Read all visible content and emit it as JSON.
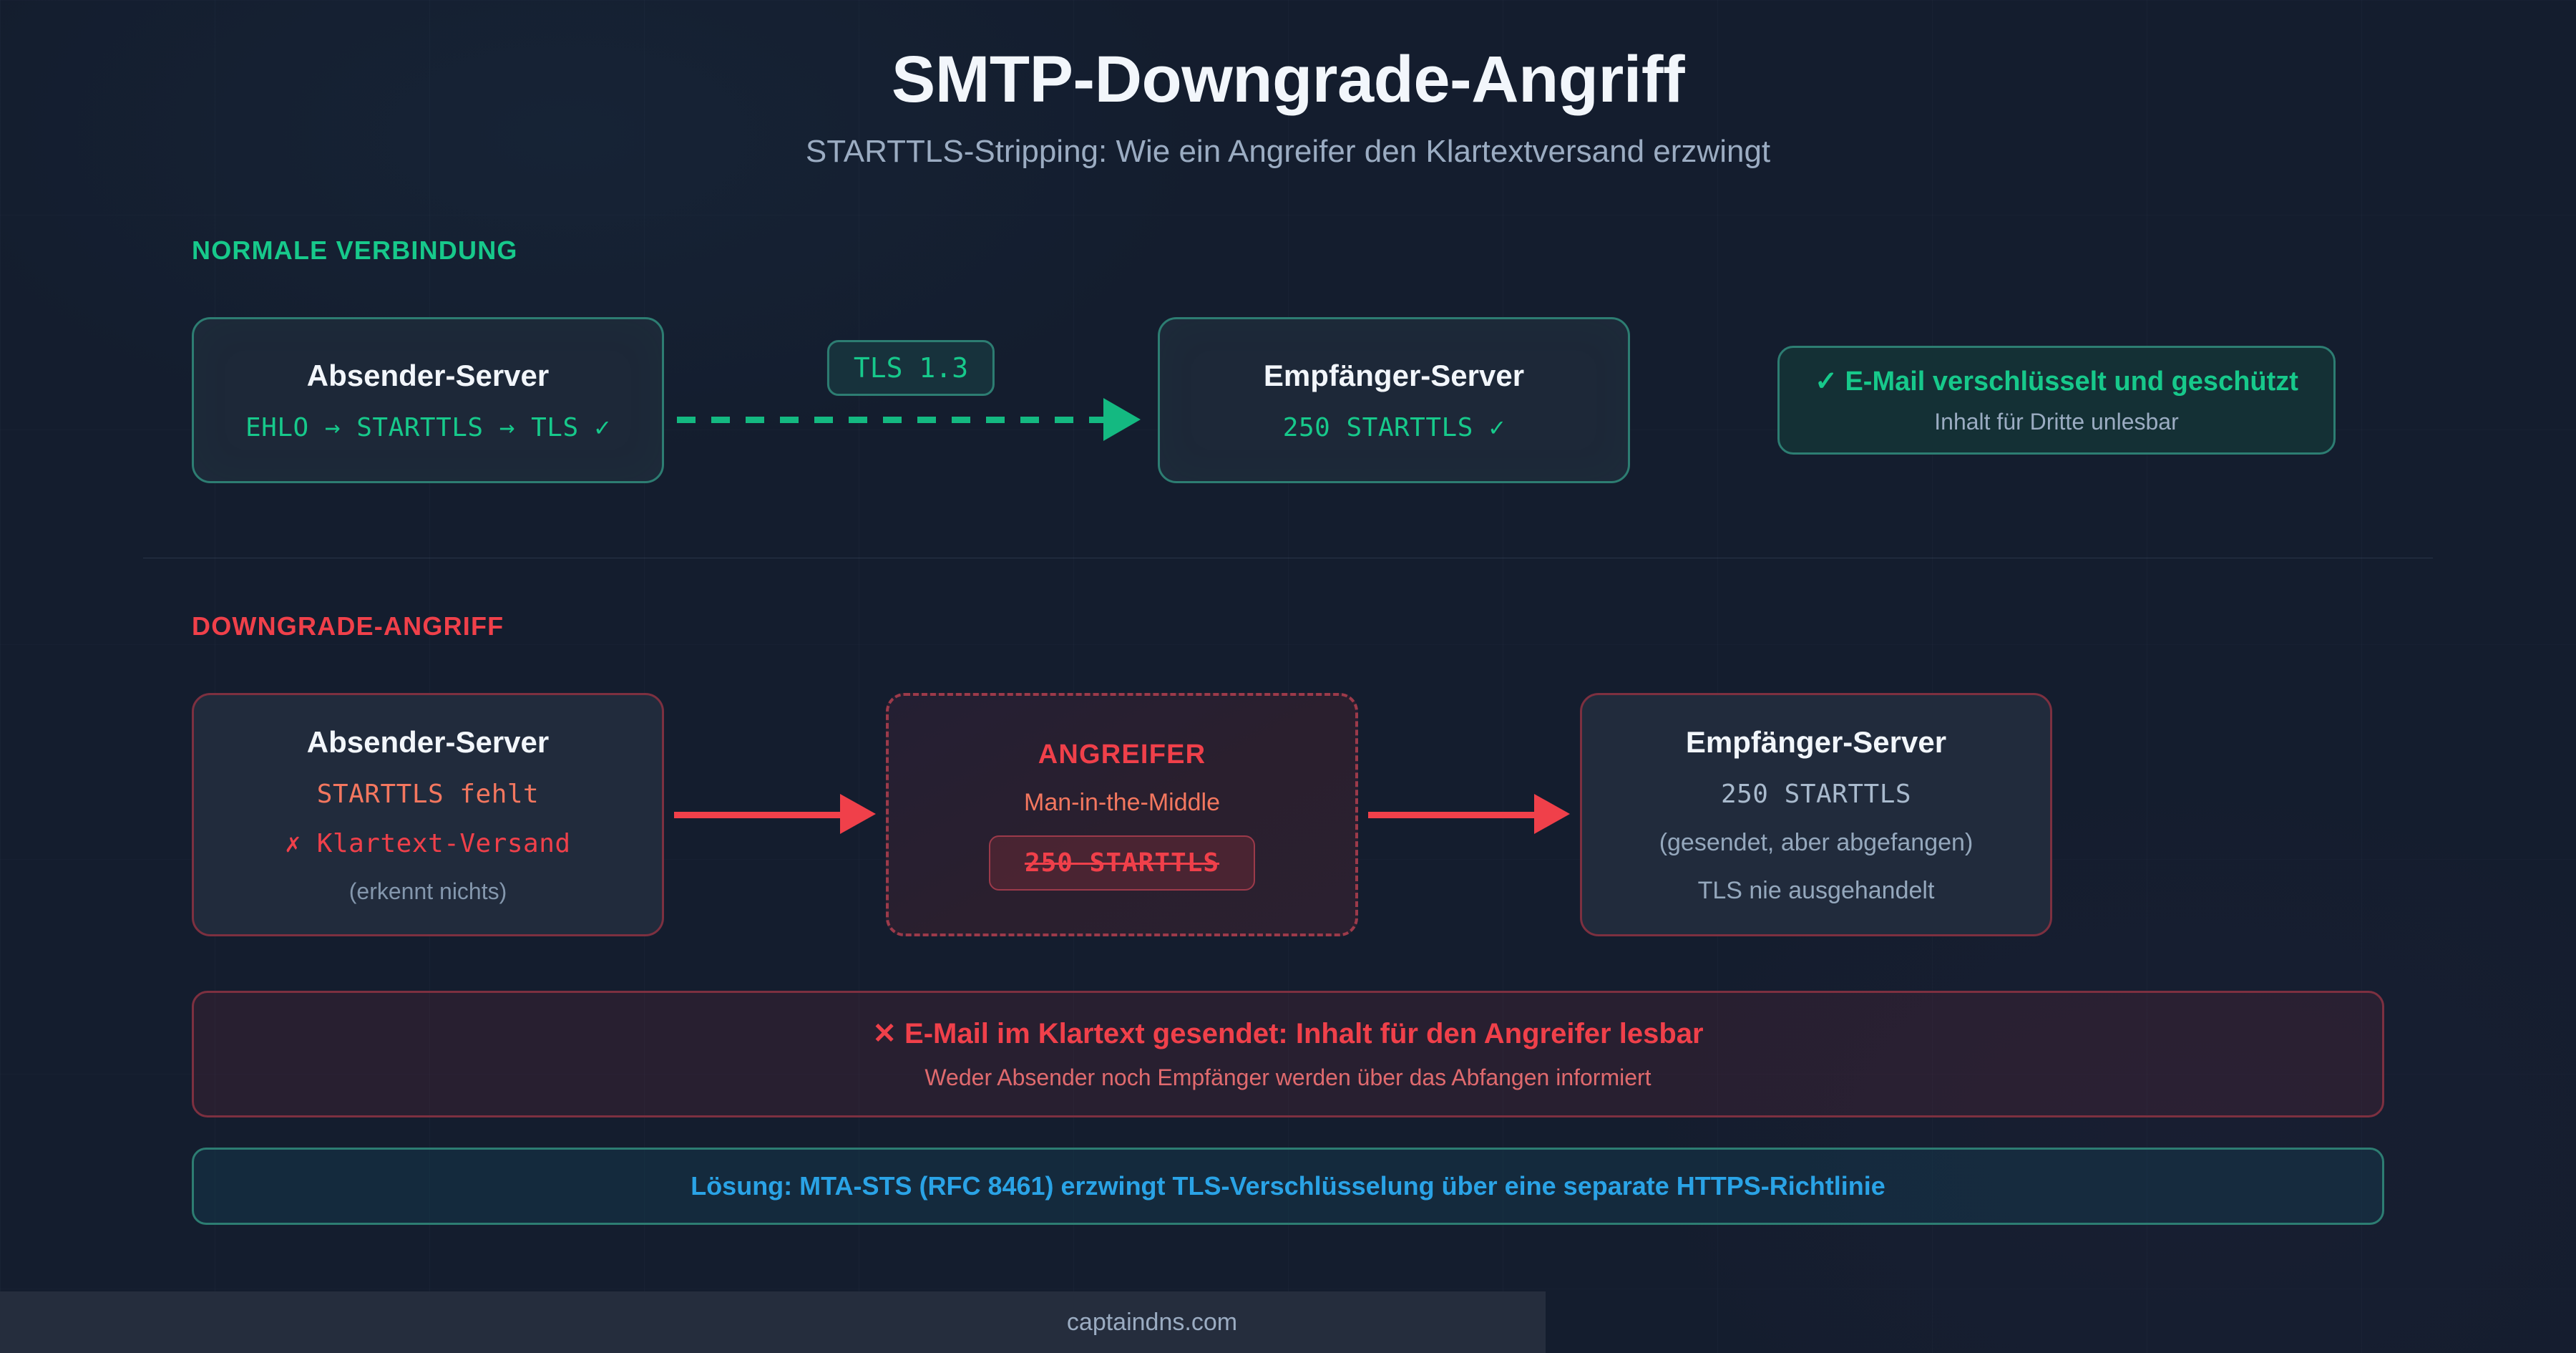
{
  "header": {
    "title": "SMTP-Downgrade-Angriff",
    "subtitle": "STARTTLS-Stripping: Wie ein Angreifer den Klartextversand erzwingt"
  },
  "colors": {
    "page_background": "#141d2e",
    "accent_ok": "#17c98b",
    "accent_bad": "#f0404a",
    "accent_warn": "#f4775f",
    "accent_info": "#2aa3e6",
    "border_ok": "#2d7d72",
    "border_bad": "#7d3040",
    "muted_text": "#9bacc2"
  },
  "normal_section": {
    "label": "NORMALE VERBINDUNG",
    "sender": {
      "title": "Absender-Server",
      "detail": "EHLO → STARTTLS → TLS ✓"
    },
    "connector": {
      "badge": "TLS 1.3",
      "line_style": "dashed",
      "arrow": "right-arrow-icon"
    },
    "receiver": {
      "title": "Empfänger-Server",
      "detail": "250 STARTTLS ✓"
    },
    "result_panel": {
      "headline": "✓ E-Mail verschlüsselt und geschützt",
      "sub": "Inhalt für Dritte unlesbar"
    }
  },
  "attack_section": {
    "label": "DOWNGRADE-ANGRIFF",
    "sender": {
      "title": "Absender-Server",
      "line1": "STARTTLS fehlt",
      "line2": "✗ Klartext-Versand",
      "line3": "(erkennt nichts)"
    },
    "connector_left": {
      "line_style": "solid",
      "arrow": "right-arrow-icon"
    },
    "attacker": {
      "title": "ANGREIFER",
      "sub": "Man-in-the-Middle",
      "stripped_command": "250 STARTTLS"
    },
    "connector_right": {
      "line_style": "solid",
      "arrow": "right-arrow-icon"
    },
    "receiver": {
      "title": "Empfänger-Server",
      "line1": "250 STARTTLS",
      "line2": "(gesendet, aber abgefangen)",
      "line3": "TLS nie ausgehandelt"
    },
    "alert": {
      "headline": "✕ E-Mail im Klartext gesendet: Inhalt für den Angreifer lesbar",
      "sub": "Weder Absender noch Empfänger werden über das Abfangen informiert"
    },
    "solution": {
      "text": "Lösung: MTA-STS (RFC 8461) erzwingt TLS-Verschlüsselung über eine separate HTTPS-Richtlinie"
    }
  },
  "footer": {
    "watermark": "captaindns.com"
  }
}
